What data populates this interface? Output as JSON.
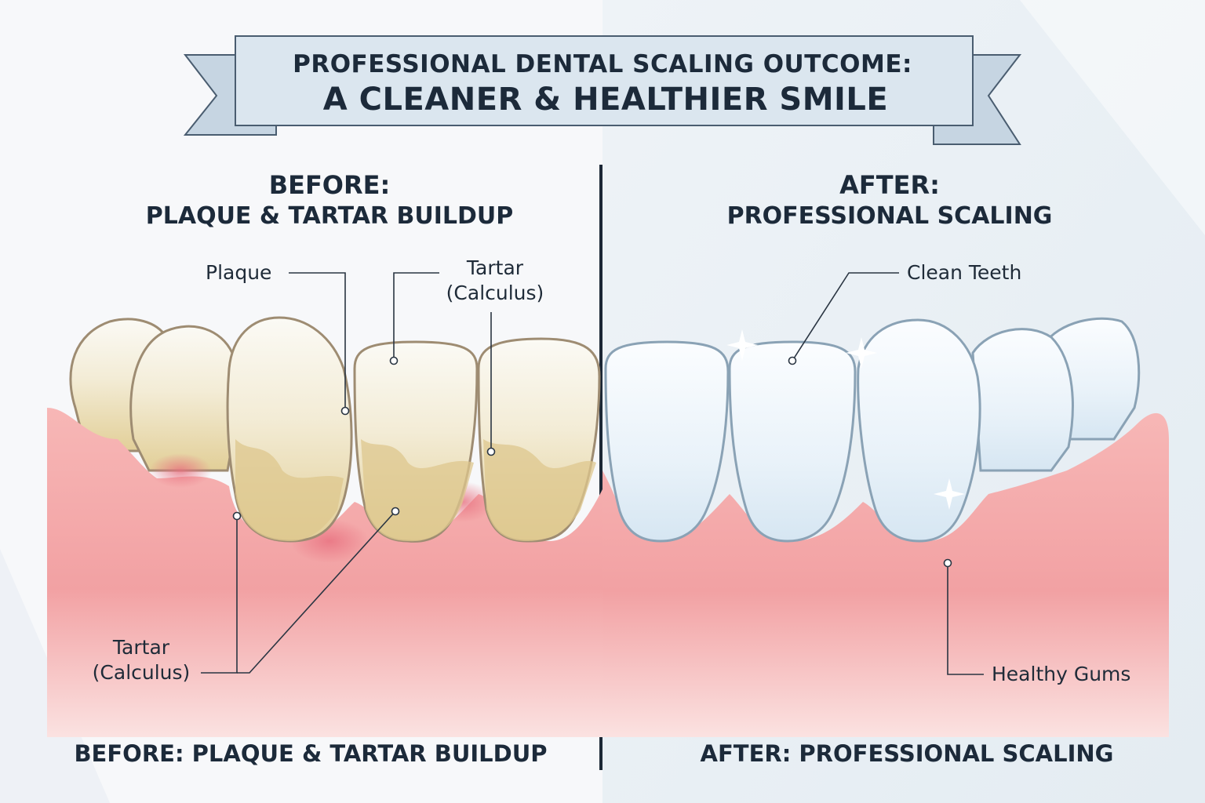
{
  "banner": {
    "line1": "PROFESSIONAL DENTAL SCALING OUTCOME:",
    "line2": "A CLEANER & HEALTHIER SMILE"
  },
  "before": {
    "heading_line1": "BEFORE:",
    "heading_line2": "PLAQUE & TARTAR BUILDUP",
    "labels": {
      "plaque": "Plaque",
      "tartar_top_line1": "Tartar",
      "tartar_top_line2": "(Calculus)",
      "tartar_bottom_line1": "Tartar",
      "tartar_bottom_line2": "(Calculus)"
    },
    "footer": "BEFORE: PLAQUE & TARTAR BUILDUP"
  },
  "after": {
    "heading_line1": "AFTER:",
    "heading_line2": "PROFESSIONAL SCALING",
    "labels": {
      "clean_teeth": "Clean Teeth",
      "healthy_gums": "Healthy Gums"
    },
    "footer": "AFTER: PROFESSIONAL SCALING"
  },
  "colors": {
    "ribbon_fill": "#dbe6ef",
    "ribbon_stroke": "#4a5d70",
    "gum_healthy": "#f3a3a4",
    "gum_inflamed": "#ee8790",
    "tooth_clean": "#eef5fb",
    "tooth_stained": "#e6d7a6",
    "divider": "#1c2836"
  }
}
